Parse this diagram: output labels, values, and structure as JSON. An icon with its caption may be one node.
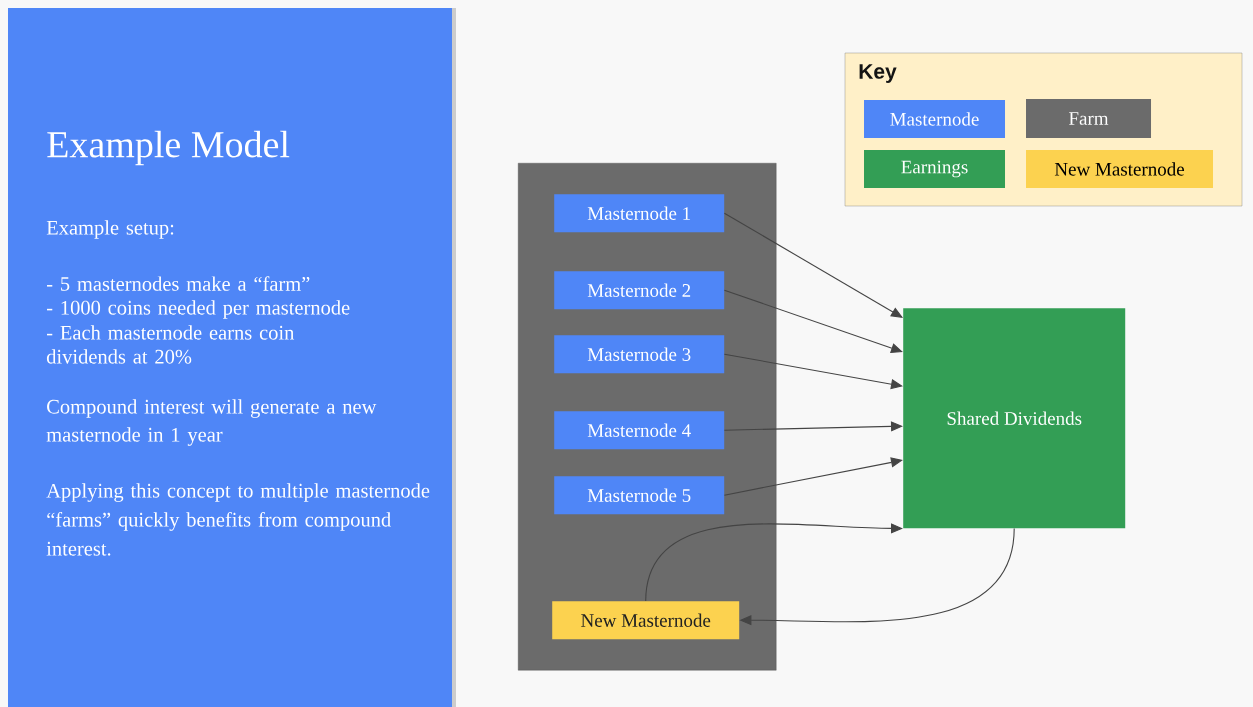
{
  "diagram": {
    "title": "Example Model",
    "nodes": [
      {
        "text": [],
        "shape": "box"
      },
      {
        "text": [
          "Masternode 1"
        ],
        "in": 0
      },
      {
        "text": [
          "Masternode 2"
        ],
        "in": 0
      },
      {
        "text": [
          "Masternode 3"
        ],
        "in": 0
      },
      {
        "text": [
          "Masternode 4"
        ],
        "in": 0
      },
      {
        "text": [
          "Masternode 5"
        ],
        "in": 0
      },
      {
        "text": [
          "New Masternode"
        ],
        "in": 0
      },
      {
        "text": [
          "Shared Dividends"
        ]
      }
    ],
    "edges": [
      {
        "from": 1,
        "to": 7,
        "arrow": "to"
      },
      {
        "from": 2,
        "to": 7,
        "arrow": "to"
      },
      {
        "from": 3,
        "to": 7,
        "arrow": "to"
      },
      {
        "from": 4,
        "to": 7,
        "arrow": "to"
      },
      {
        "from": 5,
        "to": 7,
        "arrow": "to"
      },
      {
        "from": 6,
        "to": 7,
        "arrow": "to"
      },
      {
        "from": 7,
        "to": 6,
        "arrow": "to"
      }
    ],
    "labels": [
      "Example setup:",
      "- 5 masternodes make a “farm”",
      "- 1000 coins needed per masternode",
      "- Each masternode earns coin dividends at 20%",
      "Compound interest will generate a new masternode in 1 year",
      "Applying this concept to multiple masternode “farms” quickly benefits from compound interest.",
      "Key"
    ],
    "legend": [
      {
        "text": "Masternode",
        "color": "#4f86f7"
      },
      {
        "text": "Farm",
        "color": "#6b6b6b"
      },
      {
        "text": "Earnings",
        "color": "#339e55"
      },
      {
        "text": "New Masternode",
        "color": "#fcd24f"
      }
    ]
  }
}
